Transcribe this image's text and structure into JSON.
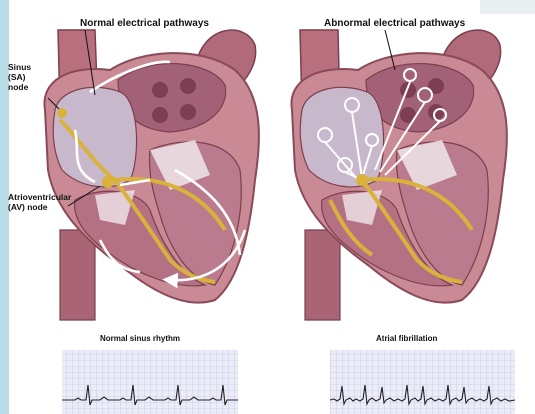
{
  "figure": {
    "left_panel": {
      "title": "Normal electrical pathways",
      "labels": {
        "sa_node_line1": "Sinus",
        "sa_node_line2": "(SA)",
        "sa_node_line3": "node",
        "av_node_line1": "Atrioventricular",
        "av_node_line2": "(AV) node"
      }
    },
    "right_panel": {
      "title": "Abnormal electrical pathways"
    },
    "ecg_left": {
      "title": "Normal sinus rhythm"
    },
    "ecg_right": {
      "title": "Atrial fibrillation"
    },
    "colors": {
      "heart_wall": "#c98a95",
      "chamber": "#cbb4c6",
      "conduction": "#d8b23a",
      "vessel": "#b06a7a",
      "ecg_grid": "#b8b8e0"
    }
  }
}
